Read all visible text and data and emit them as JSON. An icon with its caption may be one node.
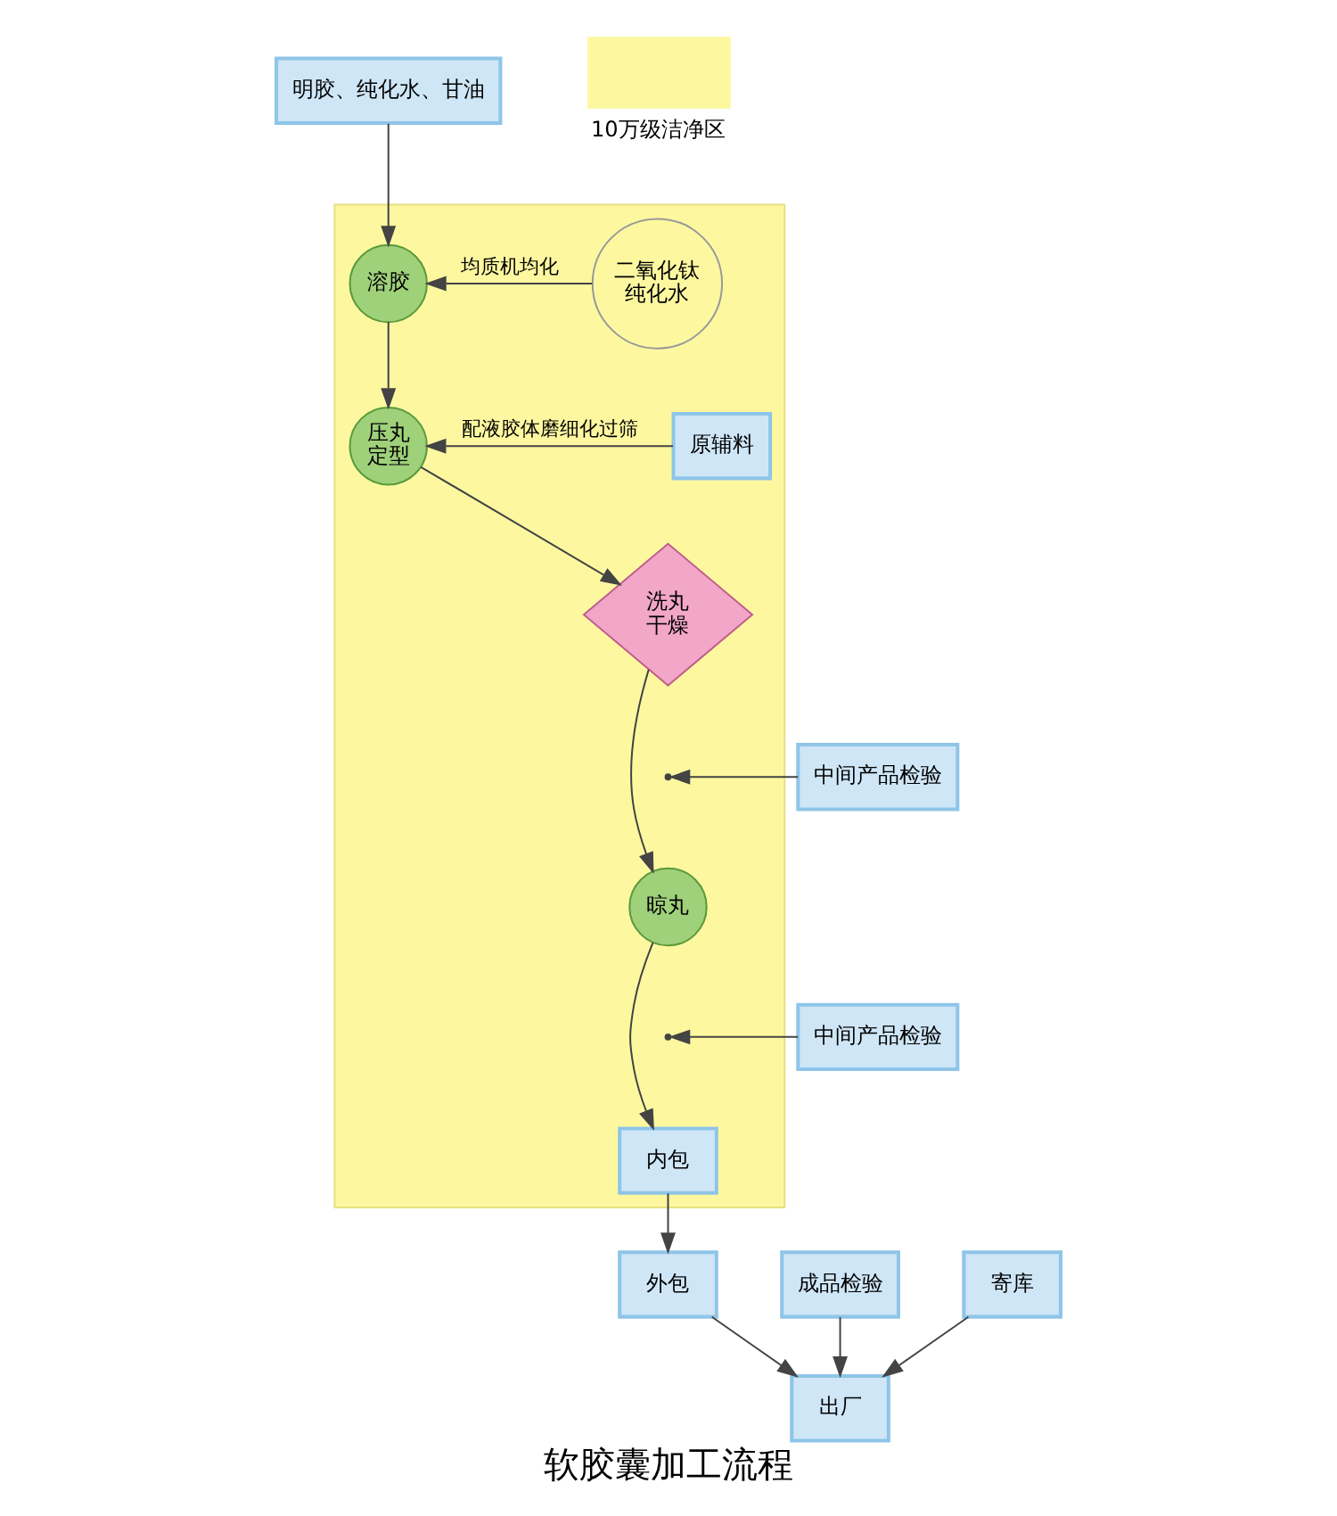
{
  "diagram": {
    "caption": "软胶囊加工流程",
    "nodes": [
      {
        "text": [
          "明胶、纯化水、甘油"
        ]
      },
      {
        "text": [],
        "shape": "box"
      },
      {
        "text": [
          "溶胶"
        ],
        "in": 1
      },
      {
        "text": [
          "二氧化钛纯化水"
        ],
        "in": 1
      },
      {
        "text": [
          "压丸定型"
        ],
        "in": 1
      },
      {
        "text": [
          "原辅料"
        ],
        "in": 1
      },
      {
        "text": [
          "洗丸干燥"
        ],
        "in": 1
      },
      {
        "text": [
          "中间产品检验"
        ]
      },
      {
        "text": [
          "晾丸"
        ],
        "in": 1
      },
      {
        "text": [
          "中间产品检验"
        ]
      },
      {
        "text": [
          "内包"
        ],
        "in": 1
      },
      {
        "text": [
          "外包"
        ]
      },
      {
        "text": [
          "成品检验"
        ]
      },
      {
        "text": [
          "出厂"
        ]
      },
      {
        "text": [
          "寄库"
        ]
      }
    ],
    "edges": [
      {
        "from": 0,
        "to": 2,
        "arrow": "to"
      },
      {
        "from": 3,
        "to": 2,
        "arrow": "to",
        "label": "均质机均化"
      },
      {
        "from": 2,
        "to": 4,
        "arrow": "to"
      },
      {
        "from": 5,
        "to": 4,
        "arrow": "to",
        "label": "配液胶体磨细化过筛"
      },
      {
        "from": 4,
        "to": 6,
        "arrow": "to"
      },
      {
        "from": 6,
        "to": 8,
        "arrow": "to"
      },
      {
        "from": 7,
        "to": null,
        "arrow": "to"
      },
      {
        "from": 8,
        "to": 10,
        "arrow": "to"
      },
      {
        "from": 9,
        "to": null,
        "arrow": "to"
      },
      {
        "from": 10,
        "to": 11,
        "arrow": "to"
      },
      {
        "from": 11,
        "to": 13,
        "arrow": "to"
      },
      {
        "from": 12,
        "to": 13,
        "arrow": "to"
      },
      {
        "from": 14,
        "to": 13,
        "arrow": "to"
      }
    ],
    "legend": [
      {
        "text": "10万级洁净区",
        "color": "#fdf8a0"
      }
    ]
  }
}
